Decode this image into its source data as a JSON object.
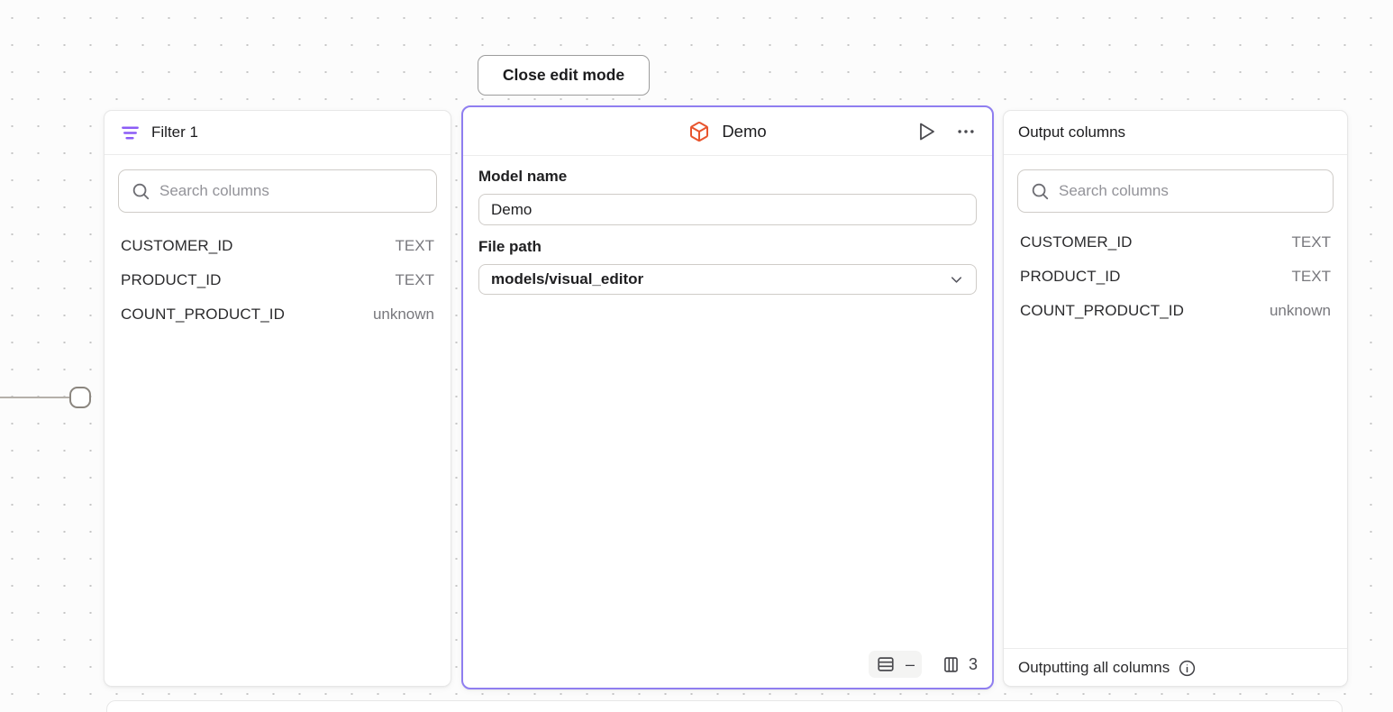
{
  "toolbar": {
    "close_edit_mode_label": "Close edit mode"
  },
  "filter_panel": {
    "title": "Filter 1",
    "search_placeholder": "Search columns",
    "columns": [
      {
        "name": "CUSTOMER_ID",
        "type": "TEXT"
      },
      {
        "name": "PRODUCT_ID",
        "type": "TEXT"
      },
      {
        "name": "COUNT_PRODUCT_ID",
        "type": "unknown"
      }
    ]
  },
  "model_panel": {
    "title": "Demo",
    "model_name_label": "Model name",
    "model_name_value": "Demo",
    "file_path_label": "File path",
    "file_path_value": "models/visual_editor",
    "rows_value": "–",
    "columns_value": "3"
  },
  "output_panel": {
    "title": "Output columns",
    "search_placeholder": "Search columns",
    "columns": [
      {
        "name": "CUSTOMER_ID",
        "type": "TEXT"
      },
      {
        "name": "PRODUCT_ID",
        "type": "TEXT"
      },
      {
        "name": "COUNT_PRODUCT_ID",
        "type": "unknown"
      }
    ],
    "footer_text": "Outputting all columns"
  },
  "icons": {
    "filter": "filter-lines-icon",
    "search": "search-icon",
    "model": "cube-icon",
    "run": "play-icon",
    "menu": "ellipsis-icon",
    "dropdown": "chevron-down-icon",
    "rows": "table-rows-icon",
    "no_rows": "minus-icon",
    "columns": "table-columns-icon",
    "info": "info-icon"
  },
  "colors": {
    "selection_accent": "#8f7ef0",
    "filter_icon_purple": "#8b5cf6",
    "model_icon_orange": "#e8552e",
    "canvas_background": "#fcfcfc",
    "dot_grid": "#c6c6c6"
  }
}
